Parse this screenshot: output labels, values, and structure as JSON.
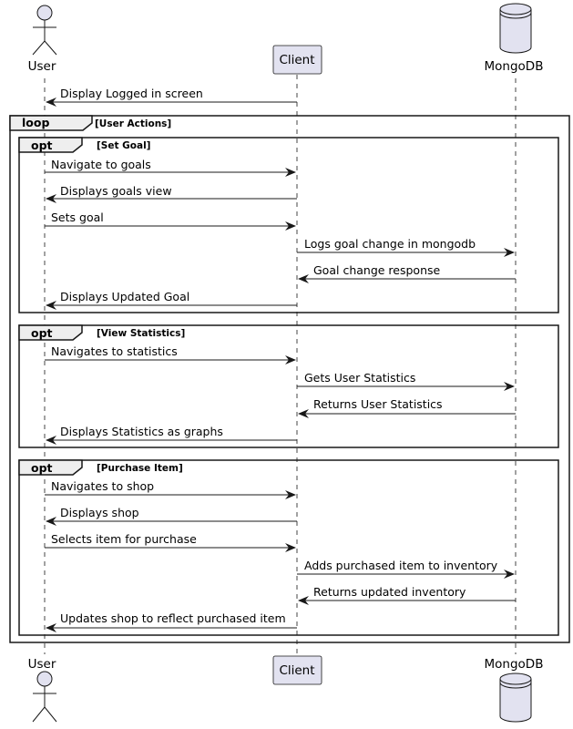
{
  "participants": {
    "user": "User",
    "client": "Client",
    "mongodb": "MongoDB"
  },
  "messages": {
    "m0": "Display Logged in screen",
    "m1": "Navigate to goals",
    "m2": "Displays goals view",
    "m3": "Sets goal",
    "m4": "Logs goal change in mongodb",
    "m5": "Goal change response",
    "m6": "Displays Updated Goal",
    "m7": "Navigates to statistics",
    "m8": "Gets User Statistics",
    "m9": "Returns User Statistics",
    "m10": "Displays Statistics as graphs",
    "m11": "Navigates to shop",
    "m12": "Displays shop",
    "m13": "Selects item for purchase",
    "m14": "Adds purchased item to inventory",
    "m15": "Returns updated inventory",
    "m16": "Updates shop to reflect purchased item"
  },
  "fragments": {
    "loop": {
      "keyword": "loop",
      "condition": "[User Actions]"
    },
    "opt1": {
      "keyword": "opt",
      "condition": "[Set Goal]"
    },
    "opt2": {
      "keyword": "opt",
      "condition": "[View Statistics]"
    },
    "opt3": {
      "keyword": "opt",
      "condition": "[Purchase Item]"
    }
  },
  "colors": {
    "participant_fill": "#e2e2f0",
    "line": "#181818",
    "lifeline": "#181818",
    "fragment_header_fill": "#eeeeee"
  }
}
